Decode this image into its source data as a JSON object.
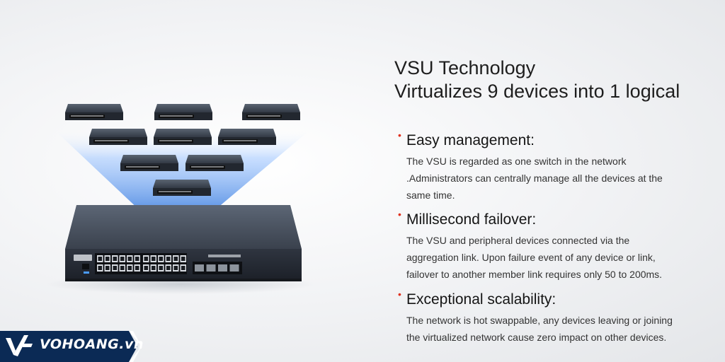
{
  "heading": {
    "line1": "VSU Technology",
    "line2": "Virtualizes 9 devices into 1 logical"
  },
  "features": [
    {
      "title": "Easy management:",
      "body": "The VSU is regarded as one switch in the network\n.Administrators can centrally manage all the devices at the\nsame time."
    },
    {
      "title": "Millisecond failover:",
      "body": "The VSU and peripheral devices connected via the\naggregation link. Upon failure event of any device or link,\nfailover to another member link requires only 50 to 200ms."
    },
    {
      "title": "Exceptional scalability:",
      "body": "The network is hot swappable, any devices leaving or joining\nthe virtualized network cause zero impact on other devices."
    }
  ],
  "bullet_glyph": "•",
  "logo": {
    "text": "VOHOANG.vn",
    "badge_color": "#0b2a55",
    "accent": "#ffffff"
  },
  "colors": {
    "bullet": "#e0301e",
    "beam": "#6aa6f5",
    "switch_body": "#3a4250"
  }
}
